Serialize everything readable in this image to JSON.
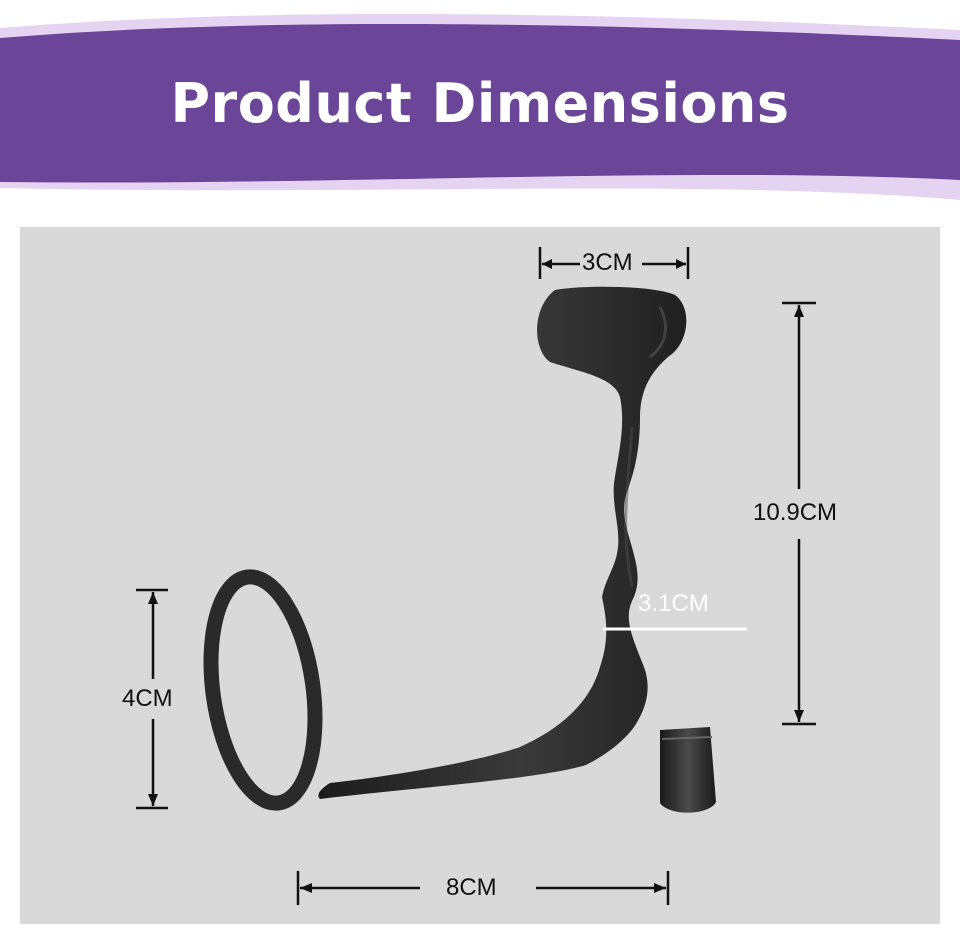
{
  "title": "Product Dimensions",
  "colors": {
    "banner": "#6a4598",
    "banner_accent": "#e5d3f2",
    "panel": "#d9d9d9",
    "product": "#2a2a2a"
  },
  "dimensions": {
    "tip_width": "3CM",
    "length": "10.9CM",
    "shaft_width": "3.1CM",
    "ring_height": "4CM",
    "base_length": "8CM"
  }
}
